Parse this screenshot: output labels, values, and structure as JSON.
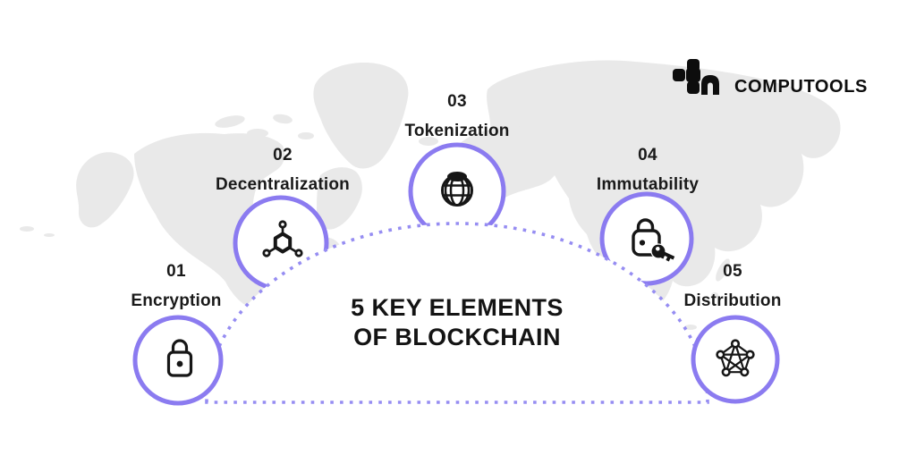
{
  "brand": {
    "name": "COMPUTOOLS",
    "logo_icon": "computools-pixel-mark"
  },
  "title": {
    "line1": "5 KEY ELEMENTS",
    "line2": "OF BLOCKCHAIN"
  },
  "elements": [
    {
      "number": "01",
      "label": "Encryption",
      "icon": "padlock-icon"
    },
    {
      "number": "02",
      "label": "Decentralization",
      "icon": "network-nodes-icon"
    },
    {
      "number": "03",
      "label": "Tokenization",
      "icon": "globe-icon"
    },
    {
      "number": "04",
      "label": "Immutability",
      "icon": "lock-and-key-icon"
    },
    {
      "number": "05",
      "label": "Distribution",
      "icon": "mesh-network-icon"
    }
  ],
  "colors": {
    "circle_stroke": "#8B7BF0",
    "dotted_line": "#968DF2",
    "map_fill": "#E9E9E9",
    "text": "#1A1A1A",
    "background": "#FFFFFF"
  }
}
